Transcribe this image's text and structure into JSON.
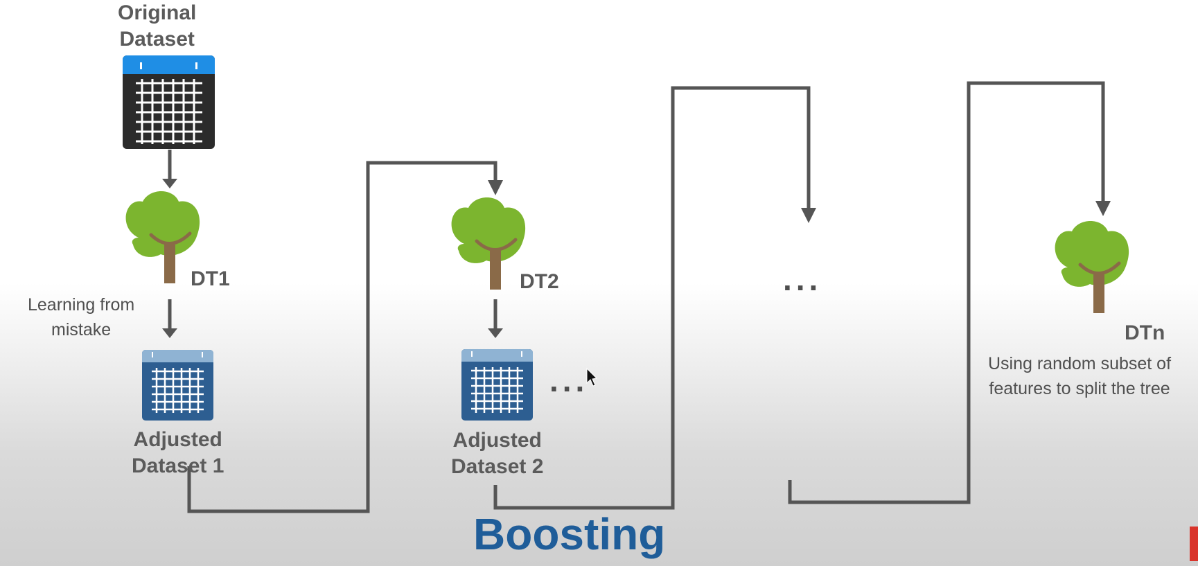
{
  "labels": {
    "original_dataset": [
      "Original",
      "Dataset"
    ],
    "dt1": "DT1",
    "dt2": "DT2",
    "dtn": "DTn",
    "learning_note": [
      "Learning from",
      "mistake"
    ],
    "adjusted_1": [
      "Adjusted",
      "Dataset 1"
    ],
    "adjusted_2": [
      "Adjusted",
      "Dataset 2"
    ],
    "ellipsis_small": "...",
    "ellipsis_mid": "...",
    "random_subset_note": [
      "Using random subset of",
      "features to split the tree"
    ],
    "title": "Boosting"
  },
  "colors": {
    "line": "#555555",
    "tree_canopy": "#7cb52f",
    "tree_trunk": "#8a6a48",
    "original_dataset_header": "#1f8ee5",
    "original_dataset_body": "#2b2b2b",
    "adjusted_dataset_header": "#8fb3d3",
    "adjusted_dataset_body": "#2d5e91",
    "title": "#1f5d99",
    "side_badge": "#d9342b"
  },
  "icons": [
    "dataset-grid-icon",
    "tree-icon",
    "arrow-down-icon",
    "cursor-icon"
  ]
}
